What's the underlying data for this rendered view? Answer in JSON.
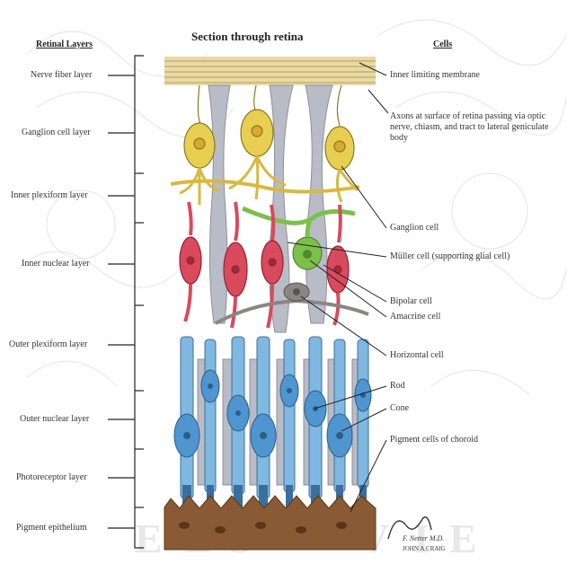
{
  "title": "Section through retina",
  "left_header": "Retinal Layers",
  "right_header": "Cells",
  "layers": [
    "Nerve fiber layer",
    "Ganglion cell layer",
    "Inner plexiform layer",
    "Inner nuclear layer",
    "Outer plexiform layer",
    "Outer nuclear layer",
    "Photoreceptor layer",
    "Pigment epithelium"
  ],
  "cells": [
    "Inner limiting membrane",
    "Axons at surface of retina passing via optic nerve, chiasm, and tract to lateral geniculate body",
    "Ganglion cell",
    "Müller cell (supporting glial cell)",
    "Bipolar cell",
    "Amacrine cell",
    "Horizontal cell",
    "Rod",
    "Cone",
    "Pigment cells of choroid"
  ],
  "signature": "F. Netter M.D.",
  "signature_sub": "JOHN A.CRAIG",
  "colors": {
    "ganglion": "#e8cf52",
    "bipolar": "#d94a5c",
    "muller": "#b9bcc6",
    "amacrine": "#7cc04a",
    "horizontal": "#8a8684",
    "rod": "#7fb8e0",
    "cone": "#4f96d0",
    "pigment": "#8a5a34",
    "fiber": "#e9d9a6"
  }
}
